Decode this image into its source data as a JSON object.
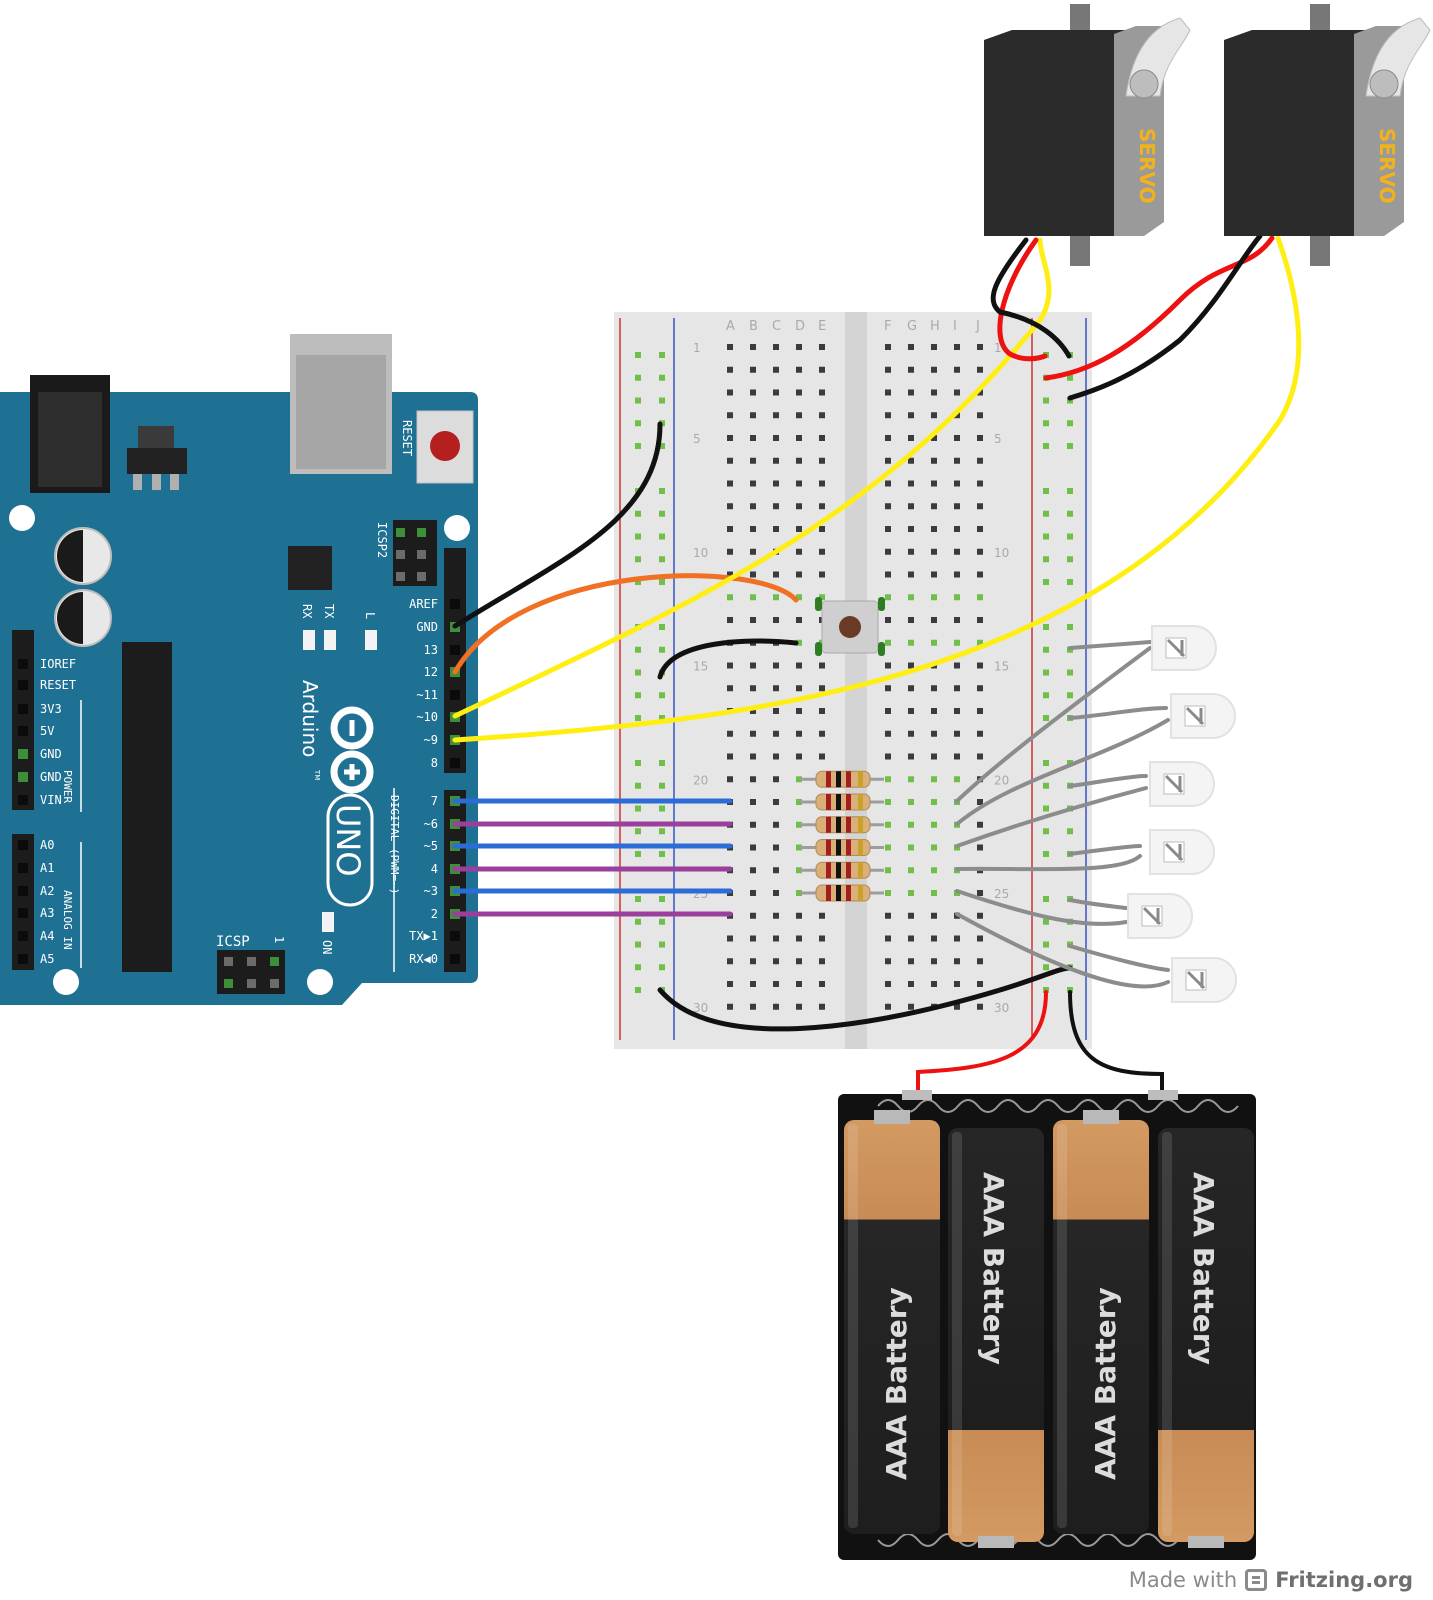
{
  "colors": {
    "arduino_board": "#1f7194",
    "board_dark": "#175a78",
    "breadboard": "#e6e6e6",
    "breadboard_channel": "#d3d3d3",
    "hole": "#3b3b3b",
    "hole_connected": "#6fbf4a",
    "rail_red": "#d03030",
    "rail_blue": "#3553c7",
    "wire_black": "#111111",
    "wire_red": "#ee1111",
    "wire_yellow": "#ffee11",
    "wire_orange": "#f07024",
    "wire_blue": "#2c6cd6",
    "wire_purple": "#9a3f9c",
    "wire_gray": "#8c8c8c",
    "servo_body": "#2b2b2b",
    "servo_label": "#f2b21c",
    "battery_copper": "#c98e58",
    "battery_black": "#222222"
  },
  "arduino": {
    "reset_label": "RESET",
    "icsp2_label": "ICSP2",
    "icsp_label": "ICSP",
    "icsp_pin1": "1",
    "tx_label": "TX",
    "rx_label": "RX",
    "l_label": "L",
    "on_label": "ON",
    "brand": "Arduino",
    "tm": "TM",
    "model": "UNO",
    "digital_label": "DIGITAL (PWM=~)",
    "power_label": "POWER",
    "analog_label": "ANALOG IN",
    "digital_pins": [
      "AREF",
      "GND",
      "13",
      "12",
      "~11",
      "~10",
      "~9",
      "8",
      "7",
      "~6",
      "~5",
      "4",
      "~3",
      "2",
      "TX▶1",
      "RX◀0"
    ],
    "power_pins": [
      "IOREF",
      "RESET",
      "3V3",
      "5V",
      "GND",
      "GND",
      "VIN"
    ],
    "analog_pins": [
      "A0",
      "A1",
      "A2",
      "A3",
      "A4",
      "A5"
    ]
  },
  "breadboard": {
    "columns_left": [
      "A",
      "B",
      "C",
      "D",
      "E"
    ],
    "columns_right": [
      "F",
      "G",
      "H",
      "I",
      "J"
    ],
    "row_numbers": [
      "1",
      "5",
      "10",
      "15",
      "20",
      "25",
      "30"
    ],
    "rows": 30
  },
  "servos": [
    {
      "label": "SERVO"
    },
    {
      "label": "SERVO"
    }
  ],
  "battery_pack": {
    "cells": [
      {
        "label": "AAA Battery",
        "orientation": "up"
      },
      {
        "label": "AAA Battery",
        "orientation": "down"
      },
      {
        "label": "AAA Battery",
        "orientation": "up"
      },
      {
        "label": "AAA Battery",
        "orientation": "down"
      }
    ]
  },
  "leds": {
    "count": 6,
    "color": "white"
  },
  "resistors": {
    "count": 6
  },
  "footer": {
    "made_with": "Made with",
    "brand": "Fritzing.org"
  }
}
